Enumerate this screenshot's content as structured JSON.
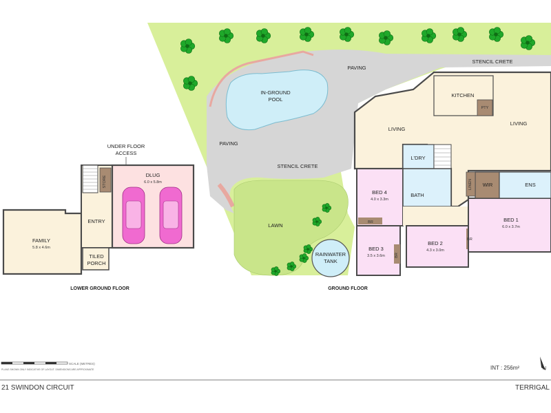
{
  "floors": {
    "lower": "LOWER GROUND FLOOR",
    "ground": "GROUND FLOOR"
  },
  "lower_ground": {
    "underfloor": [
      "UNDER FLOOR",
      "ACCESS"
    ],
    "dlug": {
      "name": "DLUG",
      "size": "6.0 x 5.8m"
    },
    "store": "STORE",
    "family": {
      "name": "FAMILY",
      "size": "5.8 x 4.6m"
    },
    "entry": "ENTRY",
    "porch": [
      "TILED",
      "PORCH"
    ]
  },
  "ground": {
    "stencil_top": "STENCIL CRETE",
    "paving_top": "PAVING",
    "pool": [
      "IN-GROUND",
      "POOL"
    ],
    "paving_left": "PAVING",
    "stencil_mid": "STENCIL CRETE",
    "lawn": "LAWN",
    "tank": [
      "RAINWATER",
      "TANK"
    ],
    "kitchen": "KITCHEN",
    "living_left": "LIVING",
    "living_right": "LIVING",
    "ldry": "L'DRY",
    "bed4": {
      "name": "BED 4",
      "size": "4.0 x 3.3m"
    },
    "bath": "BATH",
    "linen": "LINEN",
    "wir": "WIR",
    "ens": "ENS",
    "bed1": {
      "name": "BED 1",
      "size": "6.0 x 3.7m"
    },
    "br": "BR",
    "bed3": {
      "name": "BED 3",
      "size": "3.5 x 3.6m"
    },
    "bed2": {
      "name": "BED 2",
      "size": "4.3 x 3.0m"
    },
    "pantry": "PTY"
  },
  "scale": {
    "label": "SCALE (METRES)",
    "disclaimer": "PLANS SHOWN ONLY INDICATIVE OF LAYOUT. DIMENSIONS ARE APPROXIMATE"
  },
  "int_area": "INT : 256m²",
  "north": "N",
  "address": "21 SWINDON CIRCUIT",
  "suburb": "TERRIGAL",
  "colors": {
    "lawn": "#d8ef9a",
    "paving": "#d6d6d6",
    "pool": "#cfeef8",
    "living": "#fbf2dc",
    "bedroom": "#fbe0f5",
    "wet": "#dcf1fb",
    "robe": "#a88b72",
    "garage": "#fde1e1",
    "car": "#f06ad0",
    "wall": "#4a4a4a"
  }
}
